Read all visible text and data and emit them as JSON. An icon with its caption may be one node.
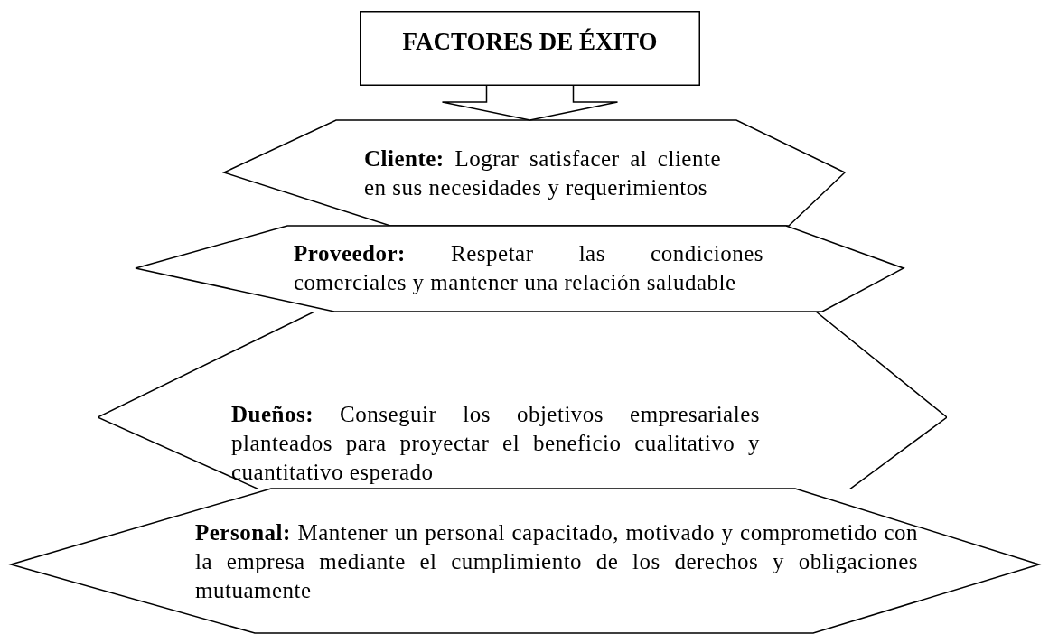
{
  "diagram": {
    "nodes": [
      {
        "text": [
          "FACTORES DE ÉXITO"
        ]
      },
      {
        "text": [
          "**Cliente:** Lograr satisfacer al cliente en sus necesidades y requerimientos"
        ]
      },
      {
        "text": [
          "**Proveedor:** Respetar las condiciones comerciales y mantener una relación saludable"
        ]
      },
      {
        "text": [
          "**Dueños:** Conseguir los objetivos empresariales planteados para proyectar el beneficio cualitativo y cuantitativo esperado"
        ]
      },
      {
        "text": [
          "**Personal:** Mantener un personal capacitado, motivado y comprometido con la empresa mediante el cumplimiento de los derechos y obligaciones mutuamente"
        ]
      }
    ],
    "edges": [
      {
        "from": 0,
        "to": 1,
        "arrow": "to"
      }
    ]
  }
}
